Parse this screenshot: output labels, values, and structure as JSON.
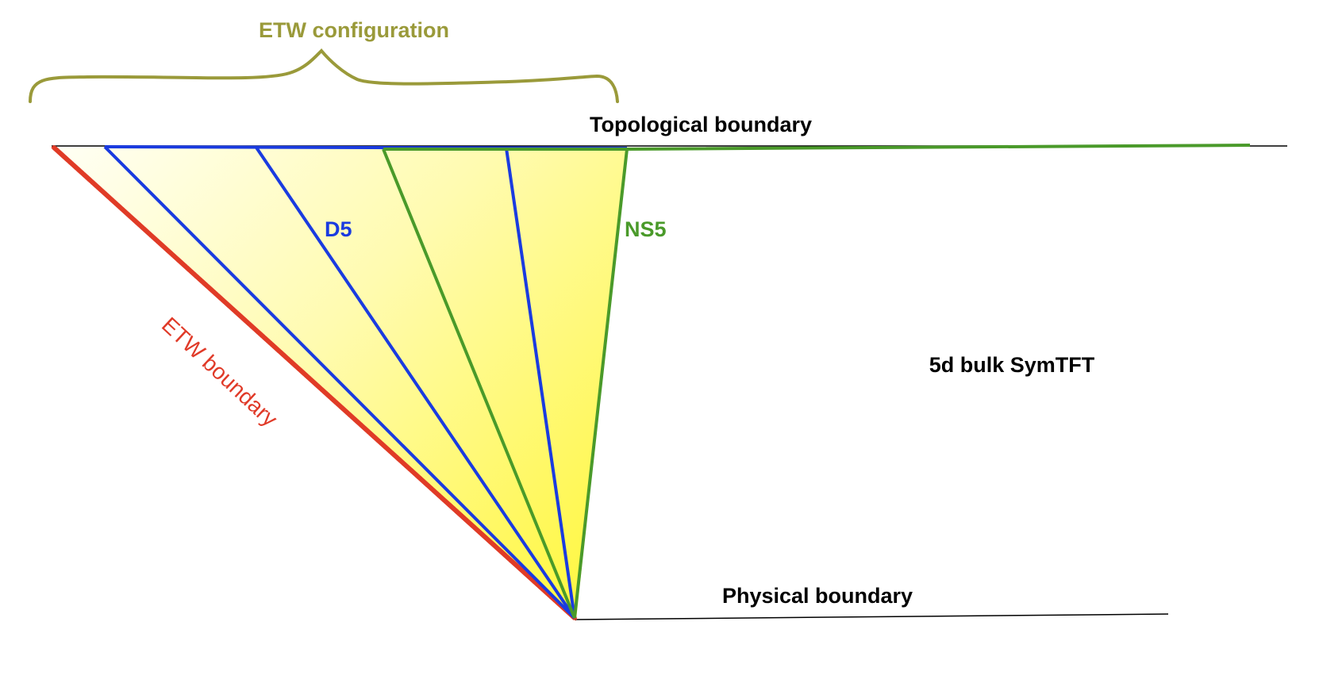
{
  "labels": {
    "etw_configuration": "ETW configuration",
    "topological_boundary": "Topological boundary",
    "d5": "D5",
    "ns5": "NS5",
    "etw_boundary": "ETW boundary",
    "bulk": "5d bulk SymTFT",
    "physical_boundary": "Physical boundary"
  },
  "colors": {
    "brace": "#9a9a3a",
    "d5": "#1a3be0",
    "ns5": "#4a9a2a",
    "etw_boundary": "#e03a28",
    "boundary_line": "#000000",
    "text": "#000000",
    "fill_light": "#fffff2",
    "fill_strong": "#fff740"
  }
}
